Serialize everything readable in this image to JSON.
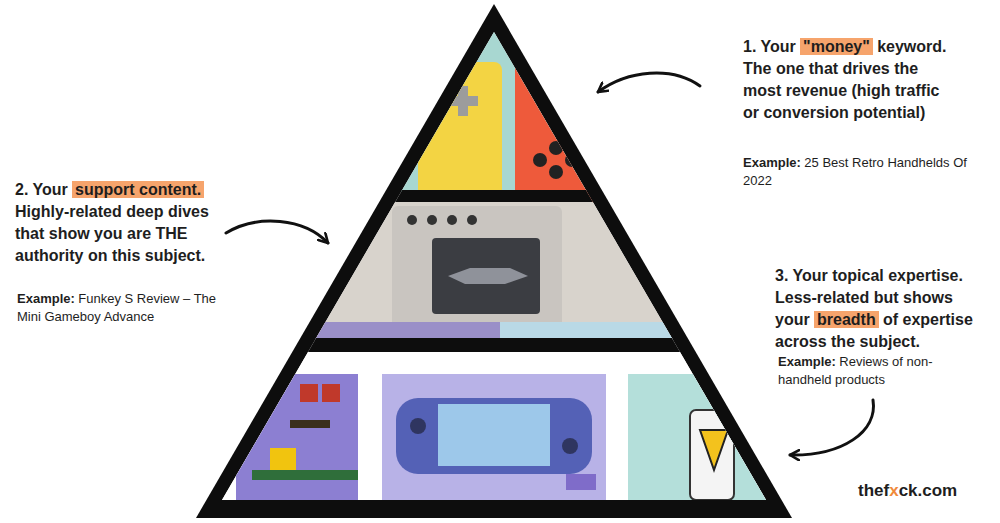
{
  "diagram": {
    "labels": [
      "1. Your",
      "\"money\"",
      "keyword. The one that drives the most revenue (high traffic or conversion potential)",
      "Example:",
      "25 Best Retro Handhelds Of 2022",
      "2. Your",
      "support content.",
      "Highly-related deep dives that show you are THE authority on this subject.",
      "Example:",
      "Funkey S Review – The Mini Gameboy Advance",
      "3. Your topical expertise. Less-related but shows your",
      "breadth",
      "of expertise across the subject.",
      "Example:",
      "Reviews of non-handheld products",
      "thef",
      "x",
      "ck.com"
    ]
  }
}
